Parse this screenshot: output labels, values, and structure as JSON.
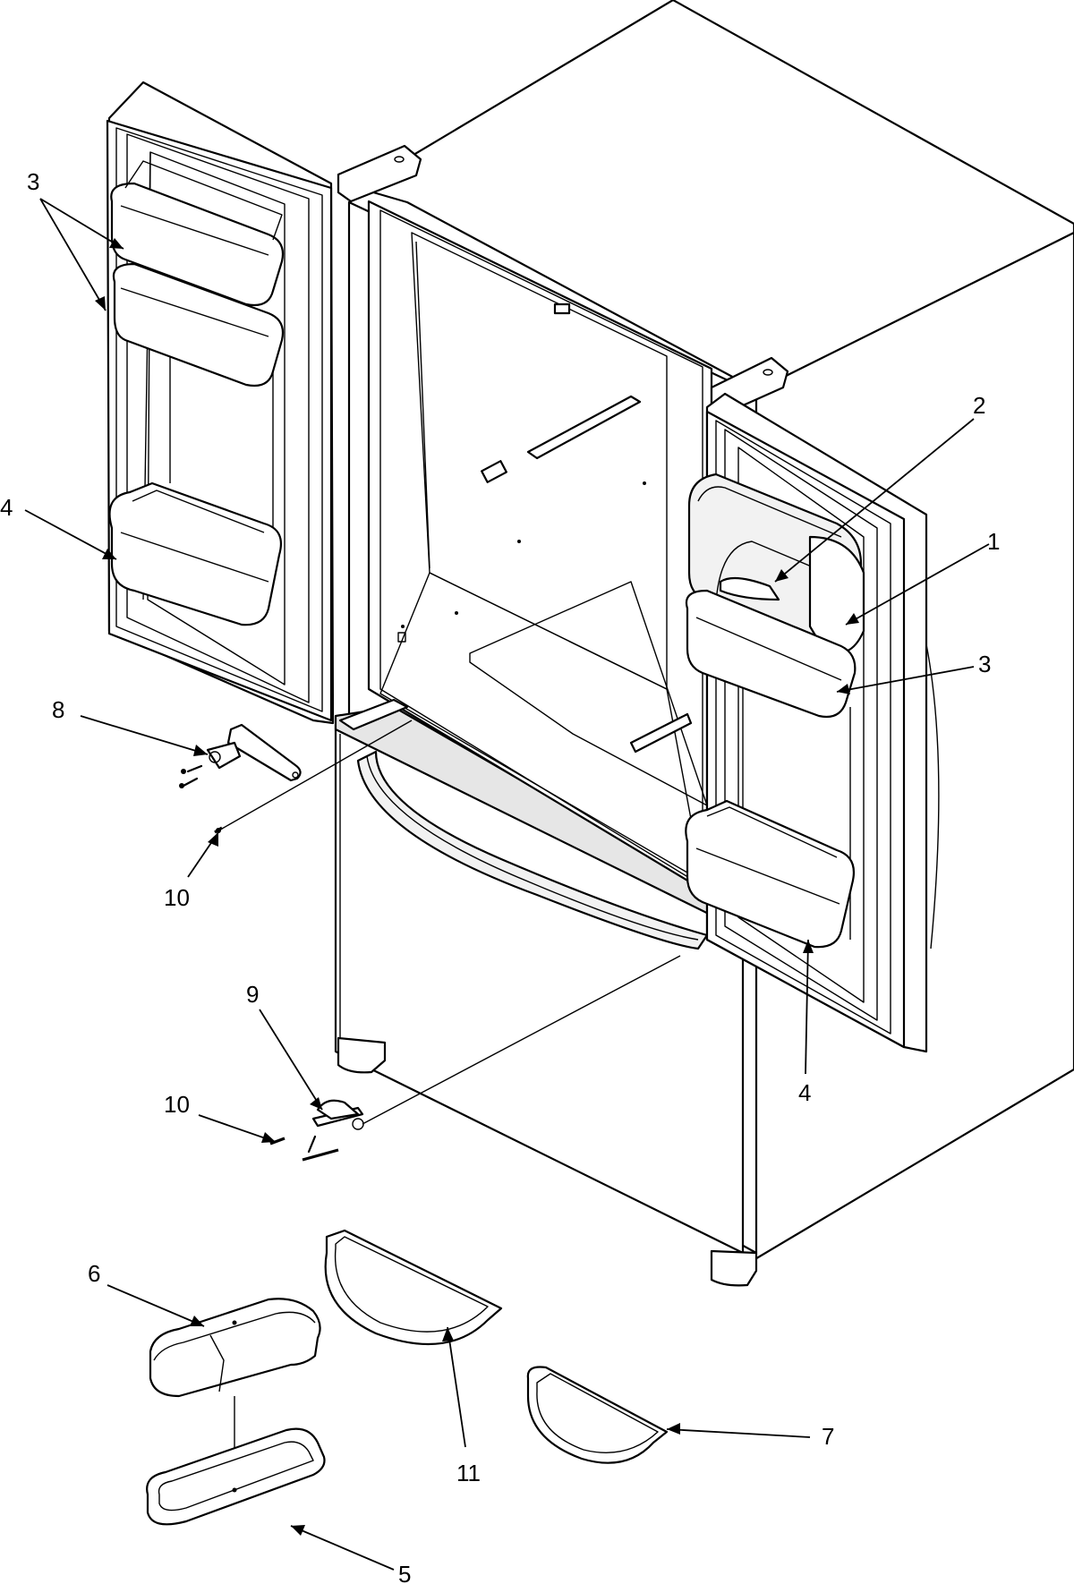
{
  "diagram": {
    "callouts": [
      {
        "id": "c3a",
        "label": "3"
      },
      {
        "id": "c4a",
        "label": "4"
      },
      {
        "id": "c8",
        "label": "8"
      },
      {
        "id": "c10a",
        "label": "10"
      },
      {
        "id": "c2",
        "label": "2"
      },
      {
        "id": "c1",
        "label": "1"
      },
      {
        "id": "c3b",
        "label": "3"
      },
      {
        "id": "c4b",
        "label": "4"
      },
      {
        "id": "c9",
        "label": "9"
      },
      {
        "id": "c10b",
        "label": "10"
      },
      {
        "id": "c6",
        "label": "6"
      },
      {
        "id": "c11",
        "label": "11"
      },
      {
        "id": "c7",
        "label": "7"
      },
      {
        "id": "c5",
        "label": "5"
      }
    ]
  }
}
